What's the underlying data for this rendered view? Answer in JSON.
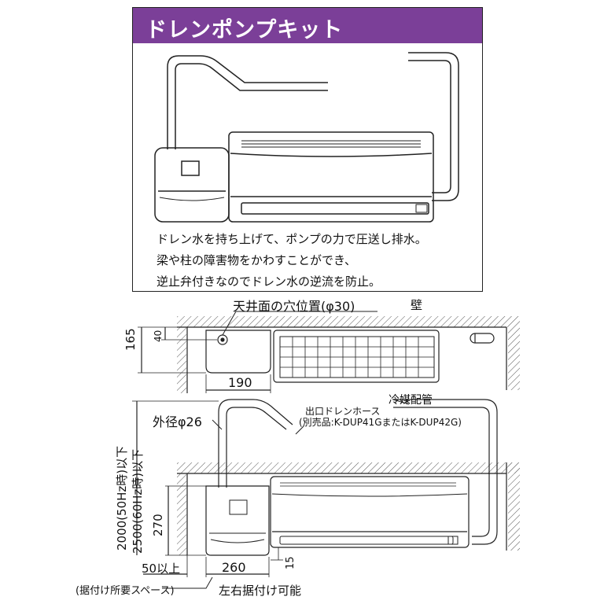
{
  "title": "ドレンポンプキット",
  "description": [
    "ドレン水を持ち上げて、ポンプの力で圧送し排水。",
    "梁や柱の障害物をかわすことができ、",
    "逆止弁付きなのでドレン水の逆流を防止。"
  ],
  "labels": {
    "ceiling_hole": "天井面の穴位置(φ30)",
    "wall": "壁",
    "dim_165": "165",
    "dim_40": "40",
    "dim_190": "190",
    "outer_diameter": "外径φ26",
    "refrigerant_pipe": "冷媒配管",
    "outlet_hose_1": "出口ドレンホース",
    "outlet_hose_2": "(別売品:K-DUP41GまたはK-DUP42G)",
    "height_50hz": "2000(50Hz時)以下",
    "height_60hz": "2500(60Hz時)以下",
    "dim_270": "270",
    "dim_15": "15",
    "dim_50": "50以上",
    "dim_260": "260",
    "install_space": "(据付け所要スペース)",
    "left_right": "左右据付け可能"
  },
  "colors": {
    "title_band": "#7b3f98",
    "title_text": "#ffffff",
    "line": "#222222"
  }
}
